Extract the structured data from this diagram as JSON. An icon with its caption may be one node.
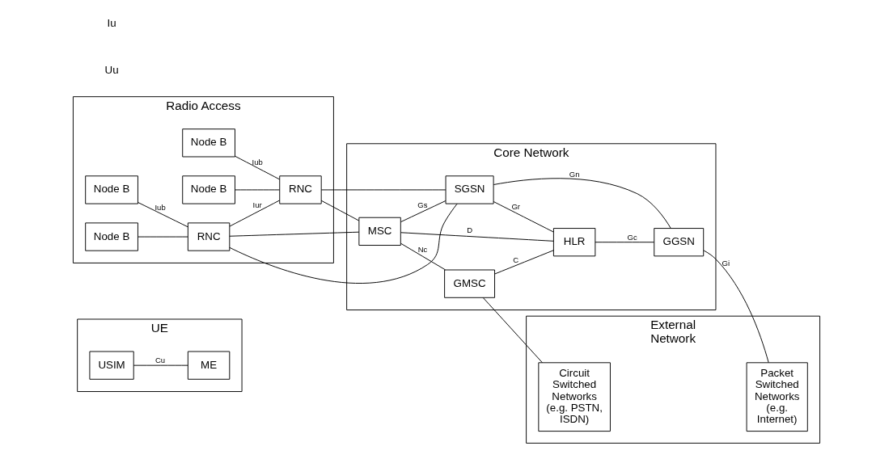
{
  "diagram": {
    "nodes": [
      {
        "text": [
          "UE"
        ]
      },
      {
        "text": [
          "USIM"
        ],
        "in": 0
      },
      {
        "text": [
          "ME"
        ],
        "in": 0
      },
      {
        "text": [
          "Radio Access"
        ]
      },
      {
        "text": [
          "Node B"
        ],
        "in": 3
      },
      {
        "text": [
          "Node B"
        ],
        "in": 3
      },
      {
        "text": [
          "Node B"
        ],
        "in": 3
      },
      {
        "text": [
          "Node B"
        ],
        "in": 3
      },
      {
        "text": [
          "RNC"
        ],
        "in": 3
      },
      {
        "text": [
          "RNC"
        ],
        "in": 3
      },
      {
        "text": [
          "Core Network"
        ]
      },
      {
        "text": [
          "MSC"
        ],
        "in": 10
      },
      {
        "text": [
          "GMSC"
        ],
        "in": 10
      },
      {
        "text": [
          "HLR"
        ],
        "in": 10
      },
      {
        "text": [
          "SGSN"
        ],
        "in": 10
      },
      {
        "text": [
          "GGSN"
        ],
        "in": 10
      },
      {
        "text": [
          "External Network"
        ]
      },
      {
        "text": [
          "Circuit Switched Networks (e.g. PSTN, ISDN)"
        ],
        "in": 16
      },
      {
        "text": [
          "Packet Switched Networks (e.g. Internet)"
        ],
        "in": 16
      }
    ],
    "edges": [
      {
        "from": 1,
        "to": 2,
        "arrow": "none",
        "label": "Cu"
      },
      {
        "from": 4,
        "to": 8,
        "arrow": "none",
        "label": "Iub"
      },
      {
        "from": 5,
        "to": 8,
        "arrow": "none"
      },
      {
        "from": 8,
        "to": 9,
        "arrow": "none",
        "label": "Iur"
      },
      {
        "from": 6,
        "to": 9,
        "arrow": "none",
        "label": "Iub"
      },
      {
        "from": 7,
        "to": 9,
        "arrow": "none"
      },
      {
        "from": 8,
        "to": 11,
        "arrow": "none"
      },
      {
        "from": 8,
        "to": 14,
        "arrow": "none"
      },
      {
        "from": 9,
        "to": 11,
        "arrow": "none"
      },
      {
        "from": 9,
        "to": 14,
        "arrow": "none"
      },
      {
        "from": 11,
        "to": 12,
        "arrow": "none",
        "label": "Nc"
      },
      {
        "from": 11,
        "to": 14,
        "arrow": "none",
        "label": "Gs"
      },
      {
        "from": 11,
        "to": 13,
        "arrow": "none",
        "label": "D"
      },
      {
        "from": 12,
        "to": 13,
        "arrow": "none",
        "label": "C"
      },
      {
        "from": 13,
        "to": 15,
        "arrow": "none",
        "label": "Gc"
      },
      {
        "from": 14,
        "to": 13,
        "arrow": "none",
        "label": "Gr"
      },
      {
        "from": 14,
        "to": 15,
        "arrow": "none",
        "label": "Gn"
      },
      {
        "from": 12,
        "to": 17,
        "arrow": "none"
      },
      {
        "from": 15,
        "to": 18,
        "arrow": "none",
        "label": "Gi"
      }
    ],
    "labels": [
      "Uu",
      "Iu"
    ]
  }
}
